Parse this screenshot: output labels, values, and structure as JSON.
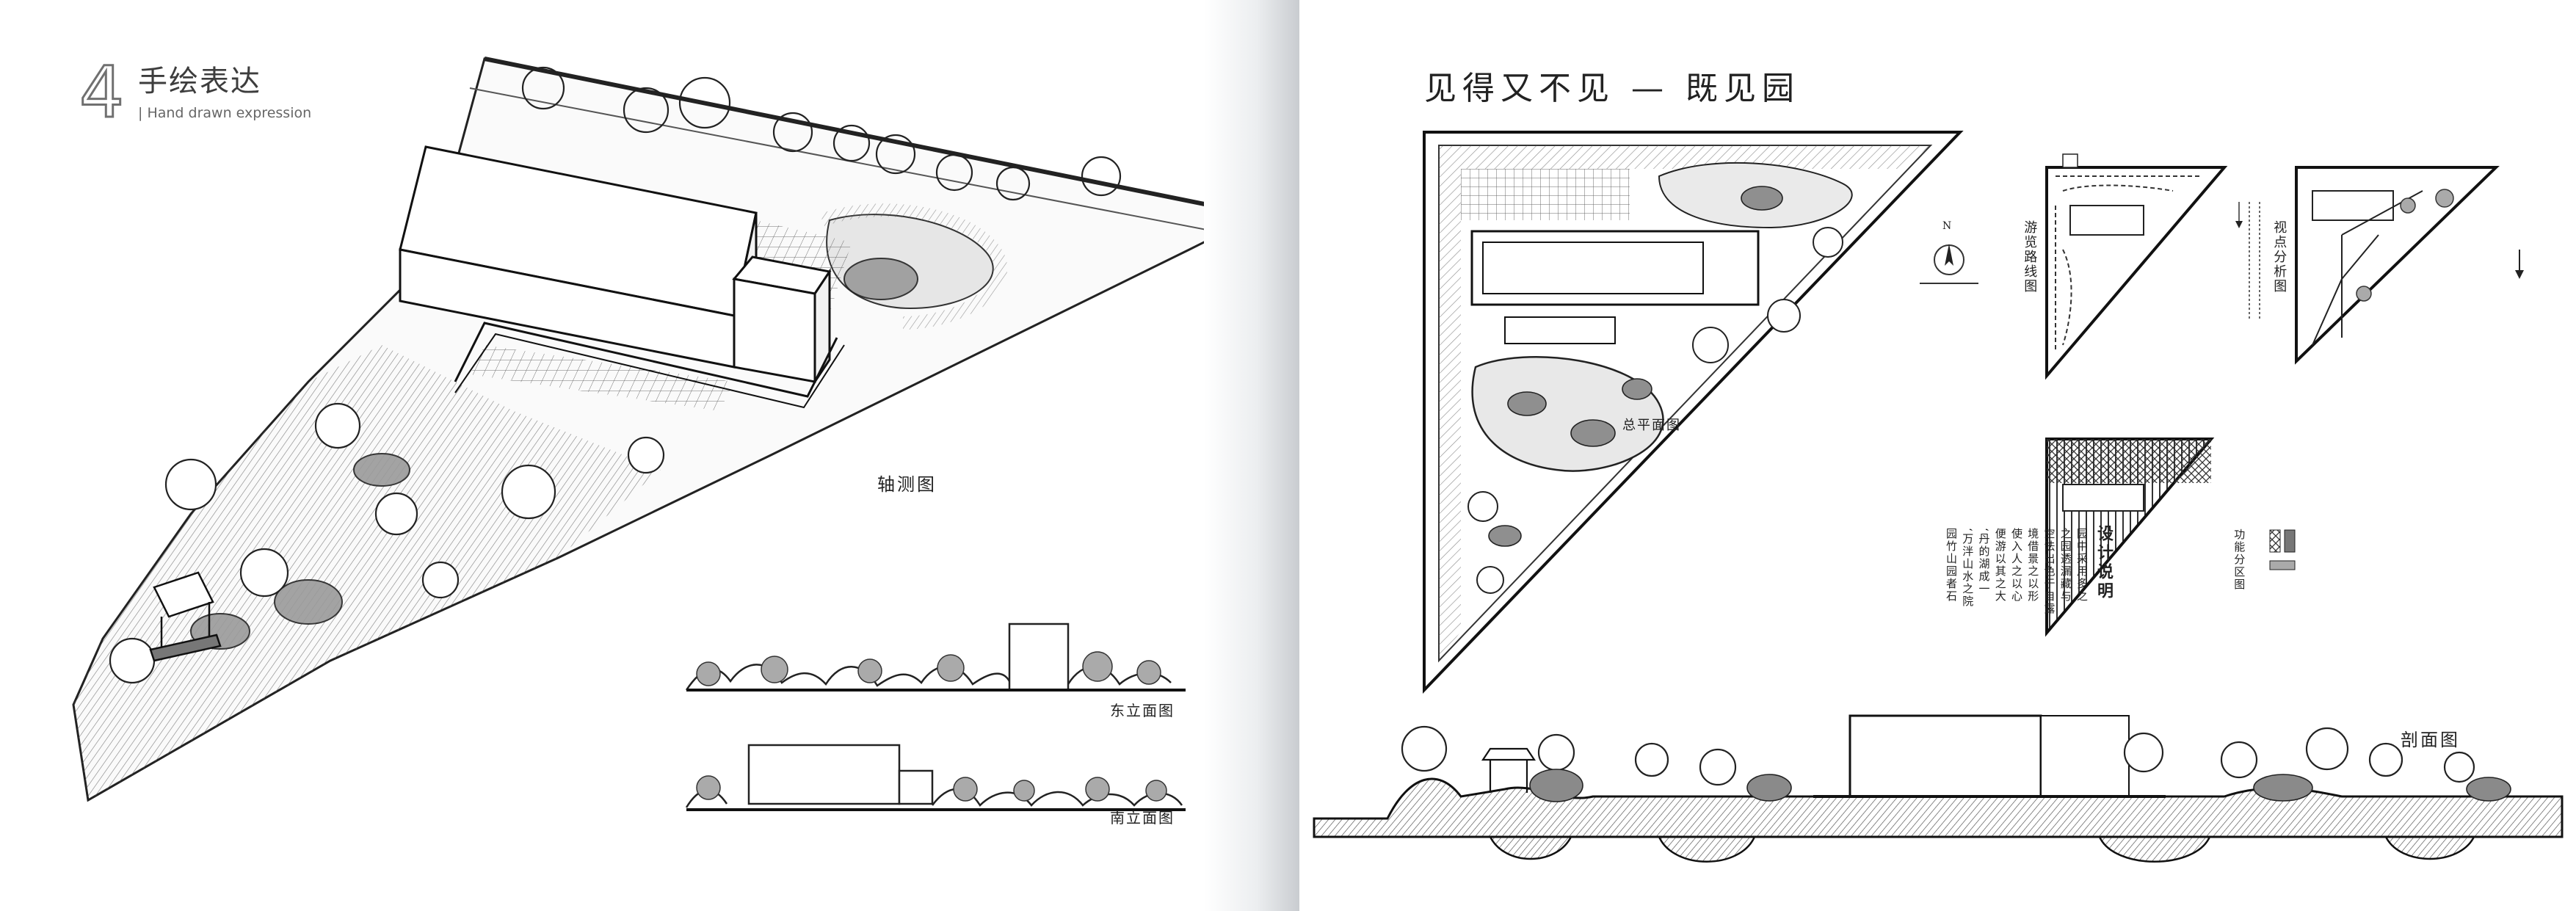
{
  "left_page": {
    "section_number": "4",
    "section_title": "手绘表达",
    "section_subtitle": "| Hand drawn expression",
    "axonometric_label": "轴测图",
    "east_elevation_label": "东立面图",
    "south_elevation_label": "南立面图"
  },
  "right_page": {
    "title": "见得又不见 — 既见园",
    "plan_label": "总平面图",
    "section_label": "剖面图",
    "north_label": "N",
    "design_notes_title": "设计说明",
    "design_notes_columns": [
      "园中采用多之",
      "之园透漏藏与",
      "空法出色于自露",
      "境借景之以形",
      "使入人之以心",
      "便游以其之大",
      "‘丹的湖成一",
      "‘万泮山水之院",
      "园竹山园者石"
    ],
    "tour_route_label": "游览路线图",
    "sight_line_label": "视点分析图",
    "function_zone_label": "功能分区图"
  }
}
